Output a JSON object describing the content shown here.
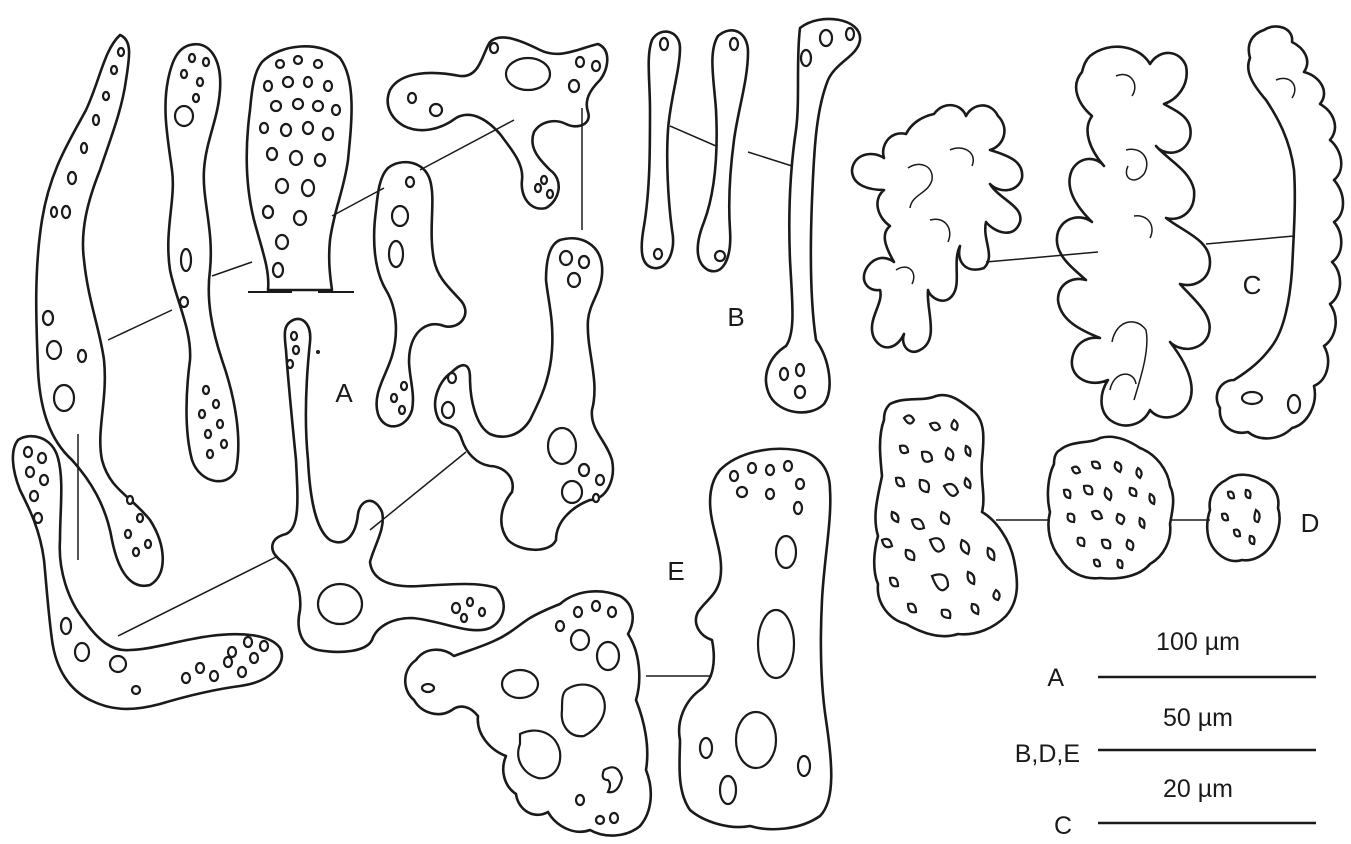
{
  "labels": {
    "A": "A",
    "B": "B",
    "C": "C",
    "D": "D",
    "E": "E"
  },
  "scale_bars": [
    {
      "value": "100 µm",
      "applies_to": "A"
    },
    {
      "value": "50 µm",
      "applies_to": "B,D,E"
    },
    {
      "value": "20 µm",
      "applies_to": "C"
    }
  ],
  "colors": {
    "ink": "#1a1a1a",
    "background": "#ffffff"
  }
}
